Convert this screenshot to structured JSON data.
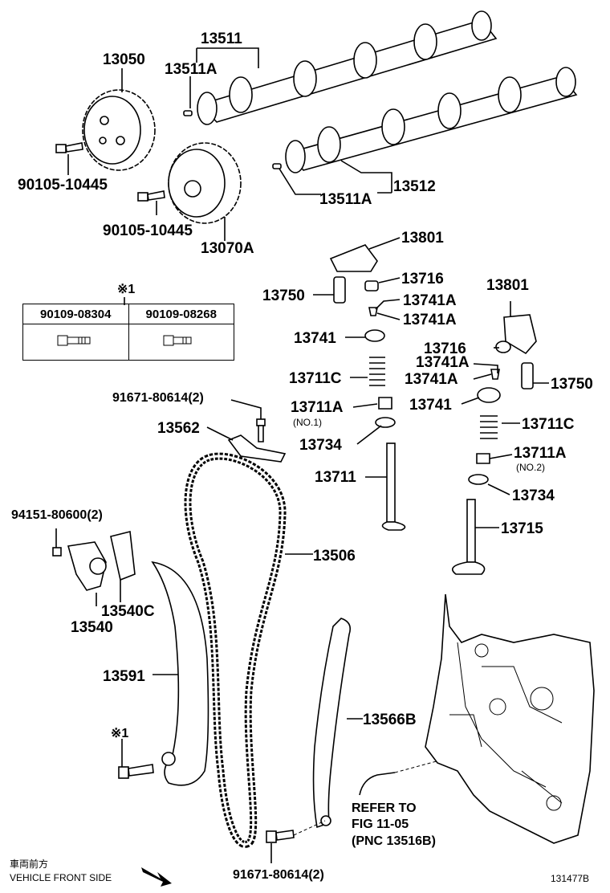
{
  "diagram": {
    "figure_id": "131477B",
    "front_label_jp": "車両前方",
    "front_label_en": "VEHICLE FRONT SIDE",
    "note_mark": "※1",
    "refer": {
      "line1": "REFER TO",
      "line2": "FIG 11-05",
      "line3": "(PNC 13516B)"
    },
    "bolt_table": {
      "col1": "90109-08304",
      "col2": "90109-08268"
    },
    "parts": {
      "p13511": "13511",
      "p13050": "13050",
      "p13511A_top": "13511A",
      "p90105_a": "90105-10445",
      "p90105_b": "90105-10445",
      "p13070A": "13070A",
      "p13511A_bot": "13511A",
      "p13512": "13512",
      "p13801_a": "13801",
      "p13750_a": "13750",
      "p13716_a": "13716",
      "p13741A_a1": "13741A",
      "p13741A_a2": "13741A",
      "p13741_a": "13741",
      "p13711C_a": "13711C",
      "p13711A_a": "13711A",
      "p13711A_a_sub": "(NO.1)",
      "p13734_a": "13734",
      "p13711": "13711",
      "p13801_b": "13801",
      "p13716_b": "13716",
      "p13741A_b1": "13741A",
      "p13741A_b2": "13741A",
      "p13750_b": "13750",
      "p13741_b": "13741",
      "p13711C_b": "13711C",
      "p13711A_b": "13711A",
      "p13711A_b_sub": "(NO.2)",
      "p13734_b": "13734",
      "p13715": "13715",
      "p91671_top": "91671-80614(2)",
      "p13562": "13562",
      "p94151": "94151-80600(2)",
      "p13506": "13506",
      "p13540C": "13540C",
      "p13540": "13540",
      "p13591": "13591",
      "p13566B": "13566B",
      "p91671_bot": "91671-80614(2)"
    }
  }
}
